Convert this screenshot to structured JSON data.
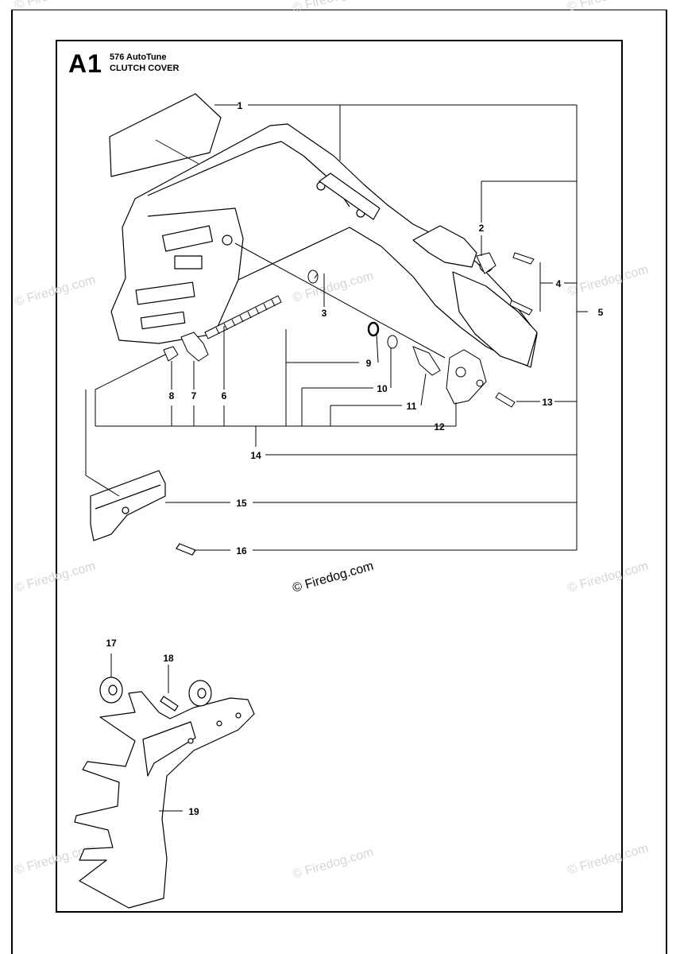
{
  "header": {
    "section_id": "A1",
    "model": "576 AutoTune",
    "title": "CLUTCH COVER"
  },
  "watermark": "© Firedog.com",
  "callouts": [
    "1",
    "2",
    "3",
    "4",
    "5",
    "6",
    "7",
    "8",
    "9",
    "10",
    "11",
    "12",
    "13",
    "14",
    "15",
    "16",
    "17",
    "18",
    "19"
  ]
}
